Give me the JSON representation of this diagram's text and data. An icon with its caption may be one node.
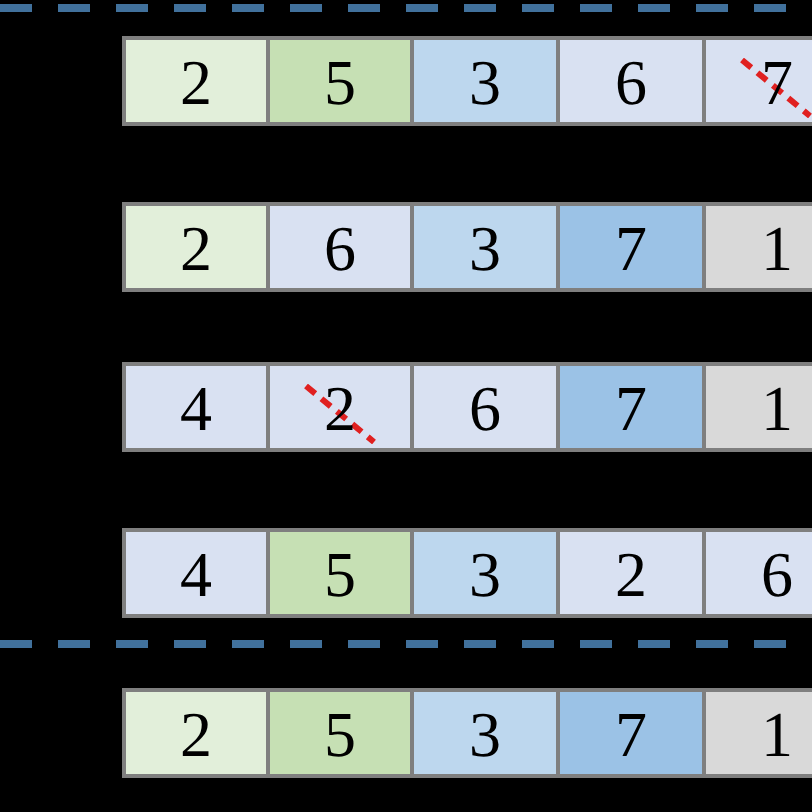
{
  "diagram": {
    "nodes": [
      {
        "text": [
          "2"
        ]
      },
      {
        "text": [
          "5"
        ]
      },
      {
        "text": [
          "3"
        ]
      },
      {
        "text": [
          "6"
        ]
      },
      {
        "text": [
          "7"
        ]
      },
      {
        "text": [
          "2"
        ]
      },
      {
        "text": [
          "6"
        ]
      },
      {
        "text": [
          "3"
        ]
      },
      {
        "text": [
          "7"
        ]
      },
      {
        "text": [
          "1"
        ]
      },
      {
        "text": [
          "4"
        ]
      },
      {
        "text": [
          "2"
        ]
      },
      {
        "text": [
          "6"
        ]
      },
      {
        "text": [
          "7"
        ]
      },
      {
        "text": [
          "1"
        ]
      },
      {
        "text": [
          "4"
        ]
      },
      {
        "text": [
          "5"
        ]
      },
      {
        "text": [
          "3"
        ]
      },
      {
        "text": [
          "2"
        ]
      },
      {
        "text": [
          "6"
        ]
      },
      {
        "text": [
          "2"
        ]
      },
      {
        "text": [
          "5"
        ]
      },
      {
        "text": [
          "3"
        ]
      },
      {
        "text": [
          "7"
        ]
      },
      {
        "text": [
          "1"
        ]
      }
    ]
  }
}
